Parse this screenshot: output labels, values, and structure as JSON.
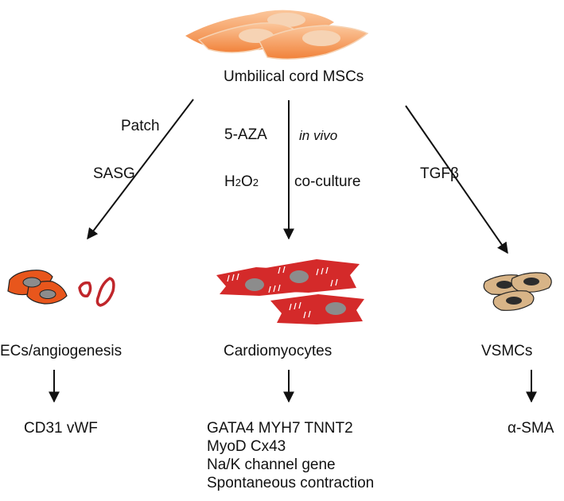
{
  "source": {
    "label": "Umbilical cord MSCs"
  },
  "conditions": {
    "left_top": "Patch",
    "left_bottom": "SASG",
    "center_left_top": "5-AZA",
    "center_right_top": "in vivo",
    "center_left_bottom_main": "H",
    "center_left_bottom_sub1": "2",
    "center_left_bottom_mid": "O",
    "center_left_bottom_sub2": "2",
    "center_right_bottom": "co-culture",
    "right": "TGFβ"
  },
  "cell_types": {
    "left": "ECs/angiogenesis",
    "center": "Cardiomyocytes",
    "right": "VSMCs"
  },
  "markers": {
    "left": "CD31 vWF",
    "center": [
      "GATA4  MYH7  TNNT2",
      "MyoD  Cx43",
      "Na/K channel gene",
      "Spontaneous contraction"
    ],
    "right": "α-SMA"
  },
  "colors": {
    "msc": "#f5964f",
    "msc_nucleus": "#f4c29a",
    "endothelial": "#e8561c",
    "cardiomyocyte": "#d42a2a",
    "vsmc": "#d8b487",
    "nucleus_gray": "#8c8c8c",
    "arrow": "#111111"
  }
}
